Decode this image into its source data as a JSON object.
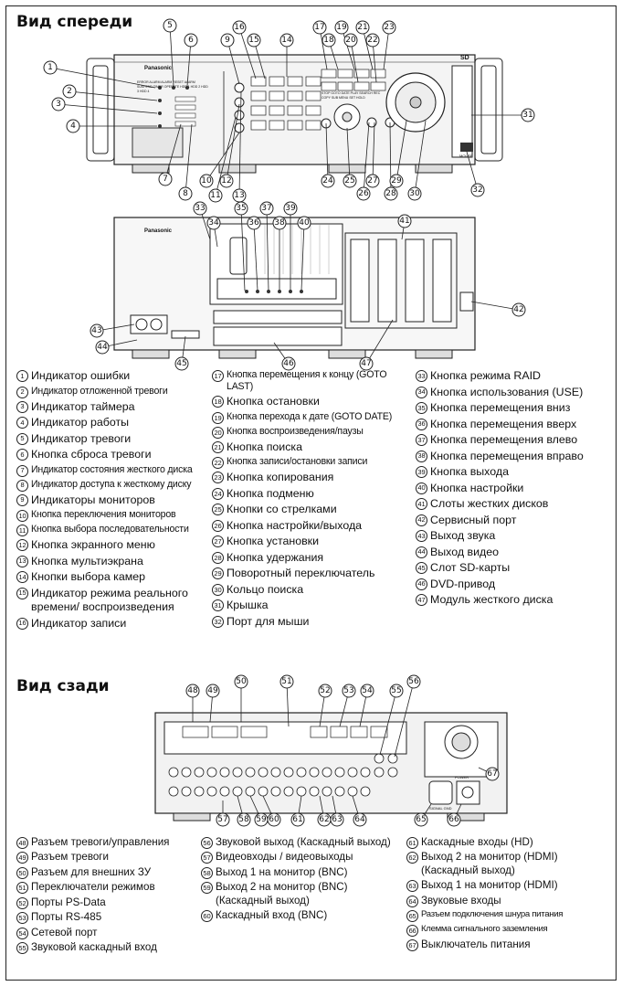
{
  "titles": {
    "front": "Вид спереди",
    "rear": "Вид сзади"
  },
  "device_labels": {
    "brand_top": "Panasonic",
    "brand_mid": "Panasonic",
    "sd_logo": "SD",
    "front_buttons": [
      "ERROR",
      "ALARM",
      "ALARM RESET",
      "ALARM SUSPEND",
      "TIMER",
      "OPERATE",
      "HDD 1",
      "HDD 2",
      "HDD 3",
      "HDD 4"
    ],
    "control_buttons": [
      "STOP",
      "GOTO DATE",
      "PLAY",
      "SEARCH",
      "REC",
      "COPY",
      "SUB MENU",
      "SET",
      "HOLD"
    ],
    "mouse_label": "MOUSE",
    "rear_labels": [
      "POWER",
      "SIGNAL GND"
    ]
  },
  "legend_front": [
    {
      "n": "1",
      "text": "Индикатор ошибки"
    },
    {
      "n": "2",
      "text": "Индикатор отложенной тревоги"
    },
    {
      "n": "3",
      "text": "Индикатор таймера"
    },
    {
      "n": "4",
      "text": "Индикатор работы"
    },
    {
      "n": "5",
      "text": "Индикатор тревоги"
    },
    {
      "n": "6",
      "text": "Кнопка сброса тревоги"
    },
    {
      "n": "7",
      "text": "Индикатор состояния жесткого диска"
    },
    {
      "n": "8",
      "text": "Индикатор доступа к жесткому диску"
    },
    {
      "n": "9",
      "text": "Индикаторы мониторов"
    },
    {
      "n": "10",
      "text": "Кнопка переключения мониторов"
    },
    {
      "n": "11",
      "text": "Кнопка выбора последовательности"
    },
    {
      "n": "12",
      "text": "Кнопка экранного меню"
    },
    {
      "n": "13",
      "text": "Кнопка мультиэкрана"
    },
    {
      "n": "14",
      "text": "Кнопки выбора камер"
    },
    {
      "n": "15",
      "text": "Индикатор режима реального времени/ воспроизведения"
    },
    {
      "n": "16",
      "text": "Индикатор записи"
    },
    {
      "n": "17",
      "text": "Кнопка перемещения к концу (GOTO LAST)"
    },
    {
      "n": "18",
      "text": "Кнопка остановки"
    },
    {
      "n": "19",
      "text": "Кнопка перехода к дате (GOTO DATE)"
    },
    {
      "n": "20",
      "text": "Кнопка воспроизведения/паузы"
    },
    {
      "n": "21",
      "text": "Кнопка поиска"
    },
    {
      "n": "22",
      "text": "Кнопка записи/остановки записи"
    },
    {
      "n": "23",
      "text": "Кнопка копирования"
    },
    {
      "n": "24",
      "text": "Кнопка подменю"
    },
    {
      "n": "25",
      "text": "Кнопки со стрелками"
    },
    {
      "n": "26",
      "text": "Кнопка настройки/выхода"
    },
    {
      "n": "27",
      "text": "Кнопка установки"
    },
    {
      "n": "28",
      "text": "Кнопка удержания"
    },
    {
      "n": "29",
      "text": "Поворотный переключатель"
    },
    {
      "n": "30",
      "text": "Кольцо поиска"
    },
    {
      "n": "31",
      "text": "Крышка"
    },
    {
      "n": "32",
      "text": "Порт для мыши"
    },
    {
      "n": "33",
      "text": "Кнопка режима RAID"
    },
    {
      "n": "34",
      "text": "Кнопка использования (USE)"
    },
    {
      "n": "35",
      "text": "Кнопка перемещения вниз"
    },
    {
      "n": "36",
      "text": "Кнопка перемещения вверх"
    },
    {
      "n": "37",
      "text": "Кнопка перемещения влево"
    },
    {
      "n": "38",
      "text": "Кнопка перемещения вправо"
    },
    {
      "n": "39",
      "text": "Кнопка выхода"
    },
    {
      "n": "40",
      "text": "Кнопка настройки"
    },
    {
      "n": "41",
      "text": "Слоты жестких дисков"
    },
    {
      "n": "42",
      "text": "Сервисный порт"
    },
    {
      "n": "43",
      "text": "Выход звука"
    },
    {
      "n": "44",
      "text": "Выход видео"
    },
    {
      "n": "45",
      "text": "Слот SD-карты"
    },
    {
      "n": "46",
      "text": "DVD-привод"
    },
    {
      "n": "47",
      "text": "Модуль жесткого диска"
    }
  ],
  "legend_rear": [
    {
      "n": "48",
      "text": "Разъем тревоги/управления"
    },
    {
      "n": "49",
      "text": "Разъем тревоги"
    },
    {
      "n": "50",
      "text": "Разъем для внешних ЗУ"
    },
    {
      "n": "51",
      "text": "Переключатели режимов"
    },
    {
      "n": "52",
      "text": "Порты PS-Data"
    },
    {
      "n": "53",
      "text": "Порты RS-485"
    },
    {
      "n": "54",
      "text": "Сетевой порт"
    },
    {
      "n": "55",
      "text": "Звуковой каскадный вход"
    },
    {
      "n": "56",
      "text": "Звуковой выход (Каскадный выход)"
    },
    {
      "n": "57",
      "text": "Видеовходы / видеовыходы"
    },
    {
      "n": "58",
      "text": "Выход 1 на монитор (BNC)"
    },
    {
      "n": "59",
      "text": "Выход 2 на монитор (BNC) (Каскадный выход)"
    },
    {
      "n": "60",
      "text": "Каскадный вход (BNC)"
    },
    {
      "n": "61",
      "text": "Каскадные входы (HD)"
    },
    {
      "n": "62",
      "text": "Выход 2 на монитор (HDMI) (Каскадный выход)"
    },
    {
      "n": "63",
      "text": "Выход 1 на монитор (HDMI)"
    },
    {
      "n": "64",
      "text": "Звуковые входы"
    },
    {
      "n": "65",
      "text": "Разъем подключения шнура питания"
    },
    {
      "n": "66",
      "text": "Клемма сигнального заземления"
    },
    {
      "n": "67",
      "text": "Выключатель питания"
    }
  ]
}
